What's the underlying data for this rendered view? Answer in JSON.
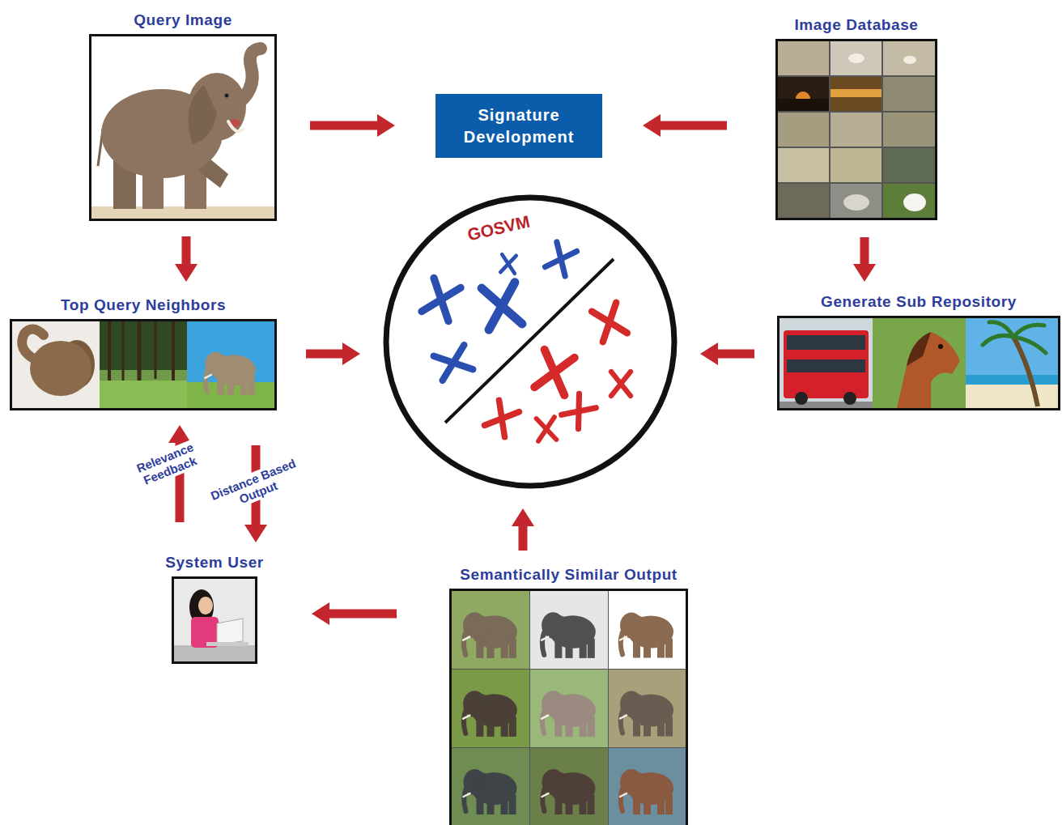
{
  "diagram": {
    "nodes": [
      {
        "text": [
          "Query Image"
        ]
      },
      {
        "text": [
          "Signature Development"
        ]
      },
      {
        "text": [
          "Image Database"
        ]
      },
      {
        "text": [
          "Top Query Neighbors"
        ]
      },
      {
        "text": [
          "GOSVM"
        ]
      },
      {
        "text": [
          "Generate Sub Repository"
        ]
      },
      {
        "text": [
          "System User"
        ]
      },
      {
        "text": [
          "Semantically Similar Output"
        ]
      }
    ],
    "edges": [
      {
        "from": 0,
        "to": 1,
        "arrow": "to"
      },
      {
        "from": 2,
        "to": 1,
        "arrow": "to"
      },
      {
        "from": 0,
        "to": 3,
        "arrow": "to"
      },
      {
        "from": 2,
        "to": 5,
        "arrow": "to"
      },
      {
        "from": 3,
        "to": 4,
        "arrow": "to"
      },
      {
        "from": 5,
        "to": 4,
        "arrow": "to"
      },
      {
        "from": 7,
        "to": 4,
        "arrow": "to"
      },
      {
        "from": 7,
        "to": 6,
        "arrow": "to"
      },
      {
        "from": 6,
        "to": 3,
        "label": "Relevance Feedback",
        "arrow": "to"
      },
      {
        "from": 3,
        "to": 6,
        "label": "Distance Based Output",
        "arrow": "to"
      }
    ]
  }
}
